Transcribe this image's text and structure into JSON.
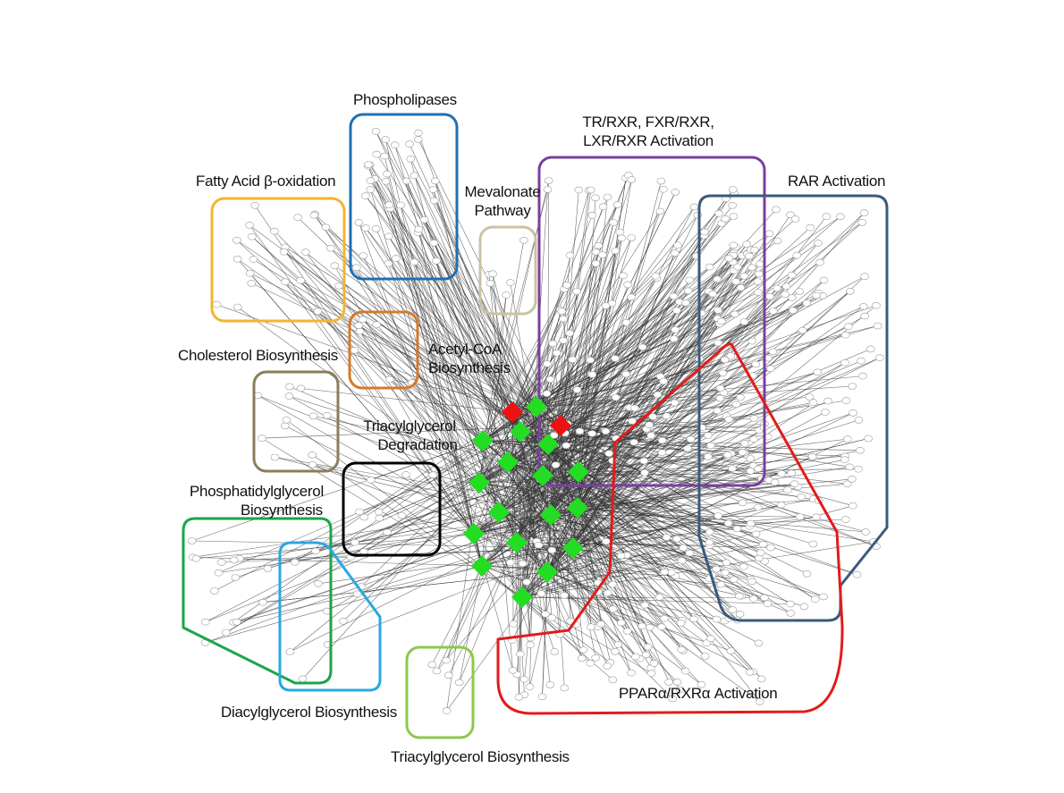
{
  "diagram": {
    "groups": {
      "phospholipases": {
        "label": "Phospholipases",
        "color": "#1f6fb5"
      },
      "fatty_acid_oxidation": {
        "label": "Fatty Acid β-oxidation",
        "color": "#f2b530"
      },
      "mevalonate": {
        "label_line1": "Mevalonate",
        "label_line2": "Pathway",
        "color": "#c9c3a3"
      },
      "tr_rxr": {
        "label_line1": "TR/RXR, FXR/RXR,",
        "label_line2": "LXR/RXR Activation",
        "color": "#7a3fa0"
      },
      "rar": {
        "label": "RAR Activation",
        "color": "#3b5a7c"
      },
      "acetyl_coa": {
        "label_line1": "Acetyl-CoA",
        "label_line2": "Biosynthesis",
        "color": "#d47a2b"
      },
      "cholesterol": {
        "label": "Cholesterol Biosynthesis",
        "color": "#8c7d5a"
      },
      "tag_degradation": {
        "label_line1": "Triacylglycerol",
        "label_line2": "Degradation",
        "color": "#000000"
      },
      "pg_biosynthesis": {
        "label_line1": "Phosphatidylglycerol",
        "label_line2": "Biosynthesis",
        "color": "#1aa64a"
      },
      "dag_biosynthesis": {
        "label": "Diacylglycerol Biosynthesis",
        "color": "#2aa8e0"
      },
      "tag_biosynthesis": {
        "label": "Triacylglycerol Biosynthesis",
        "color": "#8cc84b"
      },
      "ppar": {
        "label": "PPARα/RXRα Activation",
        "color": "#e31b1b"
      }
    },
    "mirna_colors": {
      "green": "#22dd22",
      "red": "#ee1111"
    },
    "edge_color": "#333333"
  }
}
